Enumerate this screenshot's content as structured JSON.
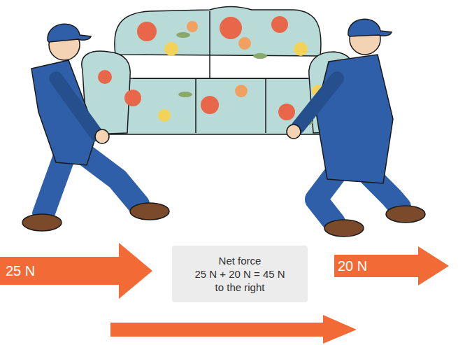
{
  "diagram": {
    "nodes": [
      {
        "text": [
          "25 N"
        ]
      },
      {
        "text": [
          "Net force",
          "25 N + 20 N = 45 N to the right"
        ]
      },
      {
        "text": [
          "20 N"
        ]
      }
    ]
  }
}
